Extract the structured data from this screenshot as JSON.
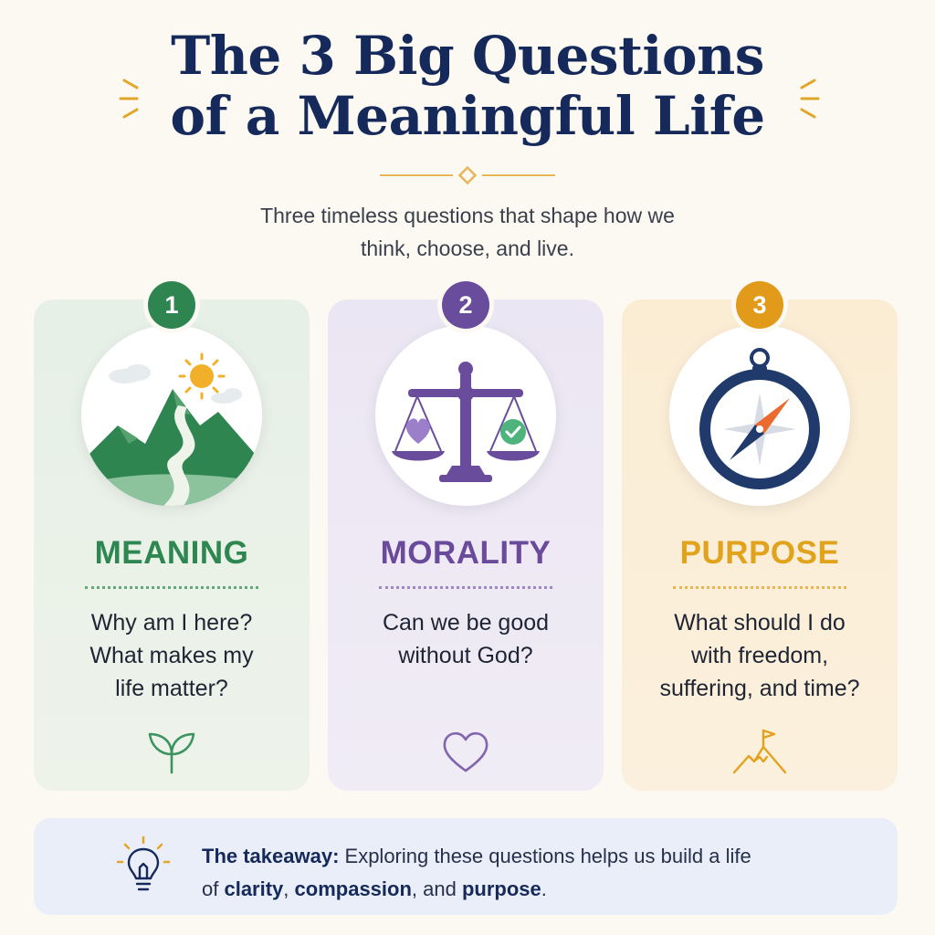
{
  "header": {
    "title_line1": "The 3 Big Questions",
    "title_line2": "of a Meaningful Life",
    "subtitle_line1": "Three timeless questions that shape how we",
    "subtitle_line2": "think, choose, and live."
  },
  "cards": [
    {
      "number": "1",
      "title": "MEANING",
      "lines": [
        "Why am I here?",
        "What makes my",
        "life matter?"
      ],
      "icon": "mountain-path-icon",
      "small_icon": "sprout-icon",
      "color": "#2e8751"
    },
    {
      "number": "2",
      "title": "MORALITY",
      "lines": [
        "Can we be good",
        "without God?"
      ],
      "icon": "balance-scale-icon",
      "small_icon": "heart-outline-icon",
      "color": "#6a4a9a"
    },
    {
      "number": "3",
      "title": "PURPOSE",
      "lines": [
        "What should I do",
        "with freedom,",
        "suffering, and time?"
      ],
      "icon": "compass-icon",
      "small_icon": "summit-flag-icon",
      "color": "#e1a21c"
    }
  ],
  "takeaway": {
    "label": "The takeaway:",
    "text_part1": " Exploring these questions helps us build a life",
    "text_part2_prefix": "of ",
    "word1": "clarity",
    "sep1": ", ",
    "word2": "compassion",
    "sep2": ", and ",
    "word3": "purpose",
    "end": ".",
    "icon": "lightbulb-icon"
  }
}
